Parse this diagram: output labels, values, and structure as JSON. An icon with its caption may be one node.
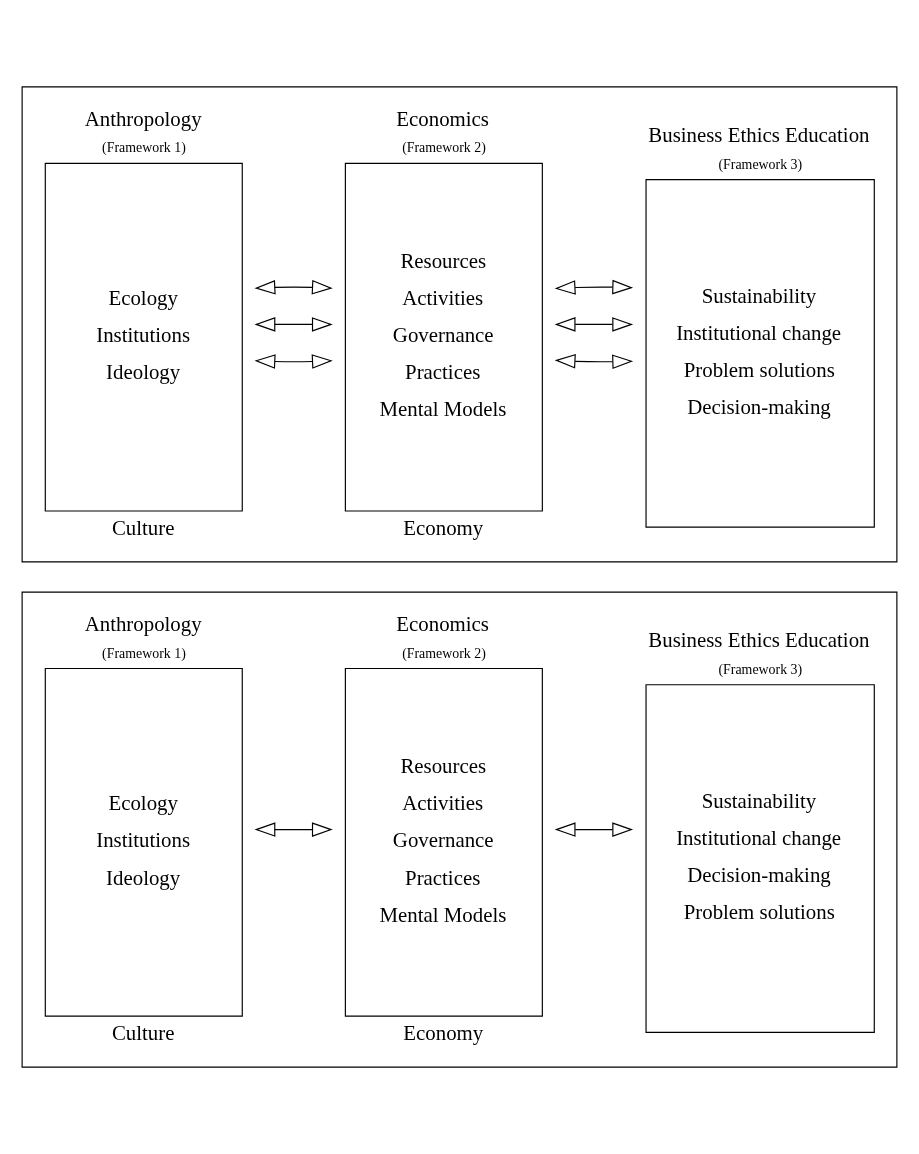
{
  "diagram": {
    "nodes": [
      {
        "text": [],
        "shape": "box"
      },
      {
        "text": [
          "Anthropology",
          "(Framework 1)",
          "Ecology",
          "Institutions",
          "Ideology"
        ],
        "in": 0,
        "beside": [
          "Culture"
        ]
      },
      {
        "text": [
          "Economics",
          "(Framework 2)",
          "Resources",
          "Activities",
          "Governance",
          "Practices",
          "Mental Models"
        ],
        "in": 0,
        "beside": [
          "Economy"
        ]
      },
      {
        "text": [
          "Business Ethics Education",
          "(Framework 3)",
          "Sustainability",
          "Institutional change",
          "Problem solutions",
          "Decision-making"
        ],
        "in": 0
      },
      {
        "text": [],
        "shape": "box"
      },
      {
        "text": [
          "Anthropology",
          "(Framework 1)",
          "Ecology",
          "Institutions",
          "Ideology"
        ],
        "in": 4,
        "beside": [
          "Culture"
        ]
      },
      {
        "text": [
          "Economics",
          "(Framework 2)",
          "Resources",
          "Activities",
          "Governance",
          "Practices",
          "Mental Models"
        ],
        "in": 4,
        "beside": [
          "Economy"
        ]
      },
      {
        "text": [
          "Business Ethics Education",
          "(Framework 3)",
          "Sustainability",
          "Institutional change",
          "Decision-making",
          "Problem solutions"
        ],
        "in": 4
      }
    ],
    "edges": [
      {
        "from": 1,
        "to": 2,
        "arrow": "both"
      },
      {
        "from": 1,
        "to": 2,
        "arrow": "both"
      },
      {
        "from": 1,
        "to": 2,
        "arrow": "both"
      },
      {
        "from": 2,
        "to": 3,
        "arrow": "both"
      },
      {
        "from": 2,
        "to": 3,
        "arrow": "both"
      },
      {
        "from": 2,
        "to": 3,
        "arrow": "both"
      },
      {
        "from": 5,
        "to": 6,
        "arrow": "both"
      },
      {
        "from": 6,
        "to": 7,
        "arrow": "both"
      }
    ]
  }
}
